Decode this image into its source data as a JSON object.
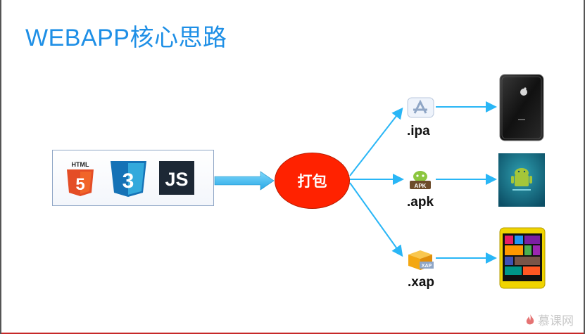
{
  "title": "WEBAPP核心思路",
  "tech_icons": {
    "html5": {
      "label": "HTML",
      "glyph": "5"
    },
    "css3": {
      "glyph": "3"
    },
    "js": {
      "label": "JS"
    }
  },
  "pack_node": {
    "label": "打包"
  },
  "outputs": [
    {
      "ext": ".ipa",
      "icon": "app-store-icon",
      "device": "iphone-icon"
    },
    {
      "ext": ".apk",
      "icon": "apk-android-icon",
      "badge": "APK",
      "device": "android-phone-icon"
    },
    {
      "ext": ".xap",
      "icon": "xap-box-icon",
      "badge": "XAP",
      "device": "windows-phone-icon"
    }
  ],
  "watermark": "慕课网",
  "colors": {
    "title": "#1e8fe6",
    "arrow": "#29b6f6",
    "pack": "#ff2200"
  }
}
